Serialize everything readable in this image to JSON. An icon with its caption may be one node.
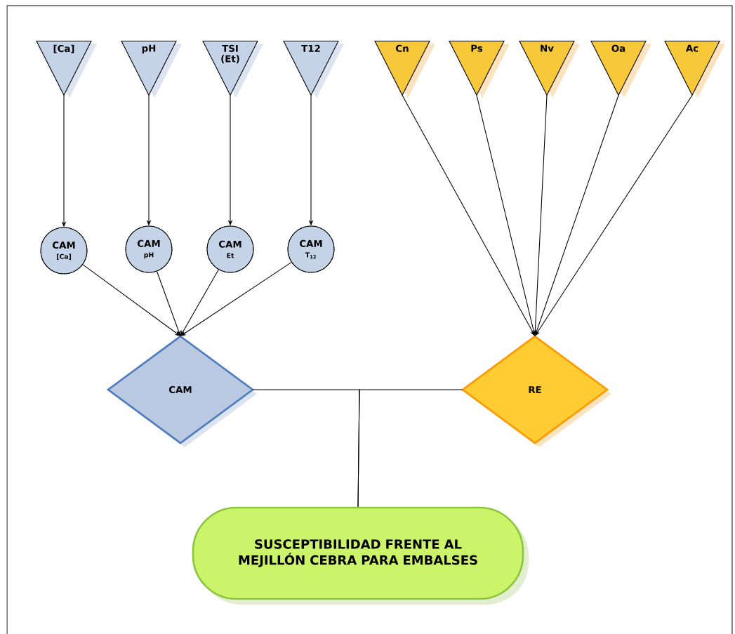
{
  "diagram": {
    "nodes": [
      {
        "text": [
          "[Ca]"
        ]
      },
      {
        "text": [
          "pH"
        ]
      },
      {
        "text": [
          "TSI (Et)"
        ]
      },
      {
        "text": [
          "T12"
        ]
      },
      {
        "text": [
          "Cn"
        ]
      },
      {
        "text": [
          "Ps"
        ]
      },
      {
        "text": [
          "Nv"
        ]
      },
      {
        "text": [
          "Oa"
        ]
      },
      {
        "text": [
          "Ac"
        ]
      },
      {
        "text": [
          "CAM",
          "[Ca]"
        ]
      },
      {
        "text": [
          "CAM",
          "pH"
        ]
      },
      {
        "text": [
          "CAM",
          "Et"
        ]
      },
      {
        "text": [
          "CAM",
          "T$_{12}$"
        ]
      },
      {
        "text": [
          "CAM"
        ]
      },
      {
        "text": [
          "RE"
        ]
      },
      {
        "text": [
          "SUSCEPTIBILIDAD FRENTE AL MEJILLÓN CEBRA PARA EMBALSES"
        ]
      }
    ],
    "edges": [
      {
        "from": 0,
        "to": 9,
        "arrow": "to"
      },
      {
        "from": 1,
        "to": 10,
        "arrow": "to"
      },
      {
        "from": 2,
        "to": 11,
        "arrow": "to"
      },
      {
        "from": 3,
        "to": 12,
        "arrow": "to"
      },
      {
        "from": 9,
        "to": 13,
        "arrow": "to"
      },
      {
        "from": 10,
        "to": 13,
        "arrow": "to"
      },
      {
        "from": 11,
        "to": 13,
        "arrow": "to"
      },
      {
        "from": 12,
        "to": 13,
        "arrow": "to"
      },
      {
        "from": 4,
        "to": 14,
        "arrow": "to"
      },
      {
        "from": 5,
        "to": 14,
        "arrow": "to"
      },
      {
        "from": 6,
        "to": 14,
        "arrow": "to"
      },
      {
        "from": 7,
        "to": 14,
        "arrow": "to"
      },
      {
        "from": 8,
        "to": 14,
        "arrow": "to"
      },
      {
        "from": 13,
        "to": 15,
        "arrow": "none"
      },
      {
        "from": 14,
        "to": 15,
        "arrow": "none"
      }
    ]
  }
}
